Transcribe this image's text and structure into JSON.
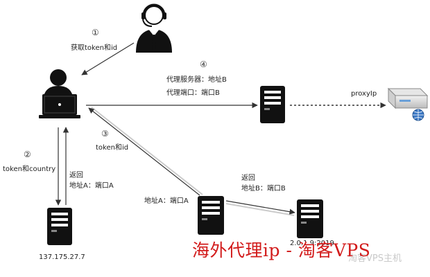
{
  "steps": {
    "s1": "①",
    "s2": "②",
    "s3": "③",
    "s4": "④"
  },
  "labels": {
    "get_token": "获取token和id",
    "token_country": "token和country",
    "return_a_line1": "返回",
    "return_a_line2": "地址A：端口A",
    "token_id": "token和id",
    "proxy_server": "代理服务器：地址B",
    "proxy_port": "代理端口：端口B",
    "proxy_ip": "proxyIp",
    "addr_a": "地址A：端口A",
    "return_b_line1": "返回",
    "return_b_line2": "地址B：端口B"
  },
  "ips": {
    "server_left": "137.175.27.7",
    "server_bottom_right": "2.0.1.9:2019"
  },
  "watermark": "海外代理ip - 淘客VPS",
  "faint_text": "淘客VPS主机"
}
